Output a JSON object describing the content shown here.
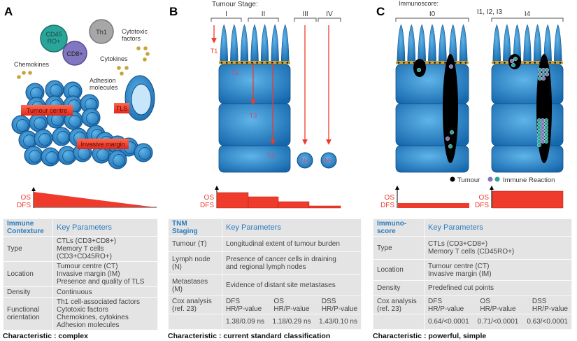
{
  "panels": {
    "a": {
      "letter": "A",
      "cells": [
        "CD45\nRO+",
        "Th1",
        "CD8+"
      ],
      "labels": {
        "cytotoxic": "Cytotoxic\nfactors",
        "cytokines": "Cytokines",
        "chemokines": "Chemokines",
        "adhesion": "Adhesion\nmolecules"
      },
      "regions": {
        "tumour_centre": "Tumour centre",
        "invasive_margin": "Invasive margin",
        "tls": "TLS"
      },
      "graph": {
        "os": "OS",
        "dfs": "DFS"
      },
      "table": {
        "header": [
          "Immune\nContexture",
          "Key Parameters"
        ],
        "rows": [
          {
            "label": "Type",
            "values": [
              "CTLs (CD3+CD8+)",
              "Memory T cells",
              "(CD3+CD45RO+)"
            ]
          },
          {
            "label": "Location",
            "values": [
              "Tumour centre (CT)",
              "Invasive margin (IM)",
              "Presence and quality of TLS"
            ]
          },
          {
            "label": "Density",
            "values": [
              "Continuous"
            ]
          },
          {
            "label": "Functional\norientation",
            "values": [
              "Th1 cell-associated factors",
              "Cytotoxic factors",
              "Chemokines, cytokines",
              "Adhesion molecules"
            ]
          }
        ]
      },
      "characteristic": "Characteristic : complex"
    },
    "b": {
      "letter": "B",
      "title": "Tumour Stage:",
      "stages": [
        "I",
        "II",
        "III",
        "IV"
      ],
      "t_labels": [
        "T1",
        "T2",
        "T3",
        "T4"
      ],
      "nodes": [
        "N+",
        "M+"
      ],
      "graph": {
        "os": "OS",
        "dfs": "DFS"
      },
      "table": {
        "header": [
          "TNM\nStaging",
          "Key Parameters"
        ],
        "rows": [
          {
            "label": "Tumour (T)",
            "value": "Longitudinal extent of tumour burden"
          },
          {
            "label": "Lymph node\n(N)",
            "value": "Presence of cancer cells in draining\nand regional lymph nodes"
          },
          {
            "label": "Metastases\n(M)",
            "value": "Evidence of distant site metastases"
          }
        ],
        "cox_label": "Cox analysis\n(ref. 23)",
        "cox_headers": [
          "DFS\nHR/P-value",
          "OS\nHR/P-value",
          "DSS\nHR/P-value"
        ],
        "cox_values": [
          "1.38/0.09 ns",
          "1.18/0.29 ns",
          "1.43/0.10 ns"
        ]
      },
      "characteristic": "Characteristic : current standard classification"
    },
    "c": {
      "letter": "C",
      "title": "Immunoscore:",
      "scores": [
        "I0",
        "I1, I2, I3",
        "I4"
      ],
      "legend": {
        "tumour": "Tumour",
        "immune": "Immune Reaction"
      },
      "graph": {
        "os": "OS",
        "dfs": "DFS"
      },
      "table": {
        "header": [
          "Immuno-\nscore",
          "Key Parameters"
        ],
        "rows": [
          {
            "label": "Type",
            "value": "CTLs (CD3+CD8+)\nMemory T cells (CD45RO+)"
          },
          {
            "label": "Location",
            "value": "Tumour centre (CT)\nInvasive margin (IM)"
          },
          {
            "label": "Density",
            "value": "Predefined cut points"
          }
        ],
        "cox_label": "Cox analysis\n(ref. 23)",
        "cox_headers": [
          "DFS\nHR/P-value",
          "OS\nHR/P-value",
          "DSS\nHR/P-value"
        ],
        "cox_values": [
          "0.64/<0.0001",
          "0.71/<0.0001",
          "0.63/<0.0001"
        ]
      },
      "characteristic": "Characteristic : powerful, simple"
    }
  },
  "colors": {
    "tumour_blue": "#1f7fc4",
    "red": "#ee3b2b",
    "teal": "#2aa59a",
    "purple": "#8077c0",
    "header_blue": "#2b7bbd",
    "gold": "#c9a23a"
  }
}
